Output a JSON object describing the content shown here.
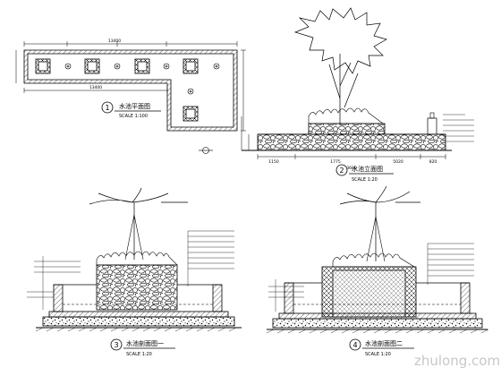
{
  "views": [
    {
      "number": "1",
      "title": "水池平面图",
      "scale": "SCALE 1:100"
    },
    {
      "number": "2",
      "title": "水池立面图",
      "scale": "SCALE 1:20"
    },
    {
      "number": "3",
      "title": "水池剖面图一",
      "scale": "SCALE 1:20"
    },
    {
      "number": "4",
      "title": "水池剖面图二",
      "scale": "SCALE 1:20"
    }
  ],
  "plan_dims": {
    "top": "13400",
    "bottom": "13400"
  },
  "elevation_dims": [
    "1150",
    "1775",
    "5020",
    "820",
    "3600"
  ],
  "watermark": "zhulong.com",
  "colors": {
    "line": "#000000",
    "paper": "#ffffff",
    "watermark": "#c8c8c8"
  }
}
